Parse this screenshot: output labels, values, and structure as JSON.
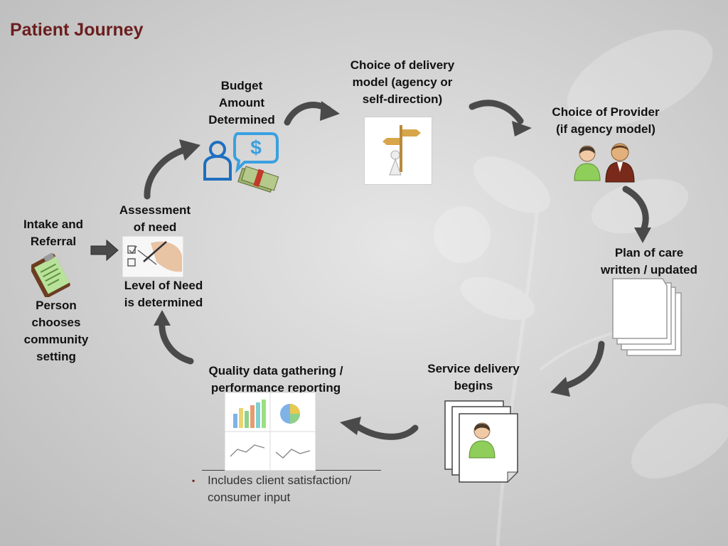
{
  "title": "Patient Journey",
  "steps": {
    "intake": "Intake and\nReferral",
    "community": "Person\nchooses\ncommunity\nsetting",
    "assessment": "Assessment\nof need",
    "level": "Level of Need\nis determined",
    "budget": "Budget\nAmount\nDetermined",
    "delivery_model": "Choice of delivery\nmodel (agency or\nself-direction)",
    "provider": "Choice of Provider\n(if agency model)",
    "plan": "Plan of care\nwritten / updated",
    "service": "Service delivery\nbegins",
    "quality": "Quality data gathering /\nperformance reporting"
  },
  "bullet": "Includes client satisfaction/ consumer input",
  "bullet_mark": "▪",
  "budget_symbol": "$",
  "colors": {
    "title": "#6b1e1e",
    "arrow": "#4a4a4a",
    "accent_blue": "#1e6fc0",
    "person_green": "#8fce5a"
  }
}
